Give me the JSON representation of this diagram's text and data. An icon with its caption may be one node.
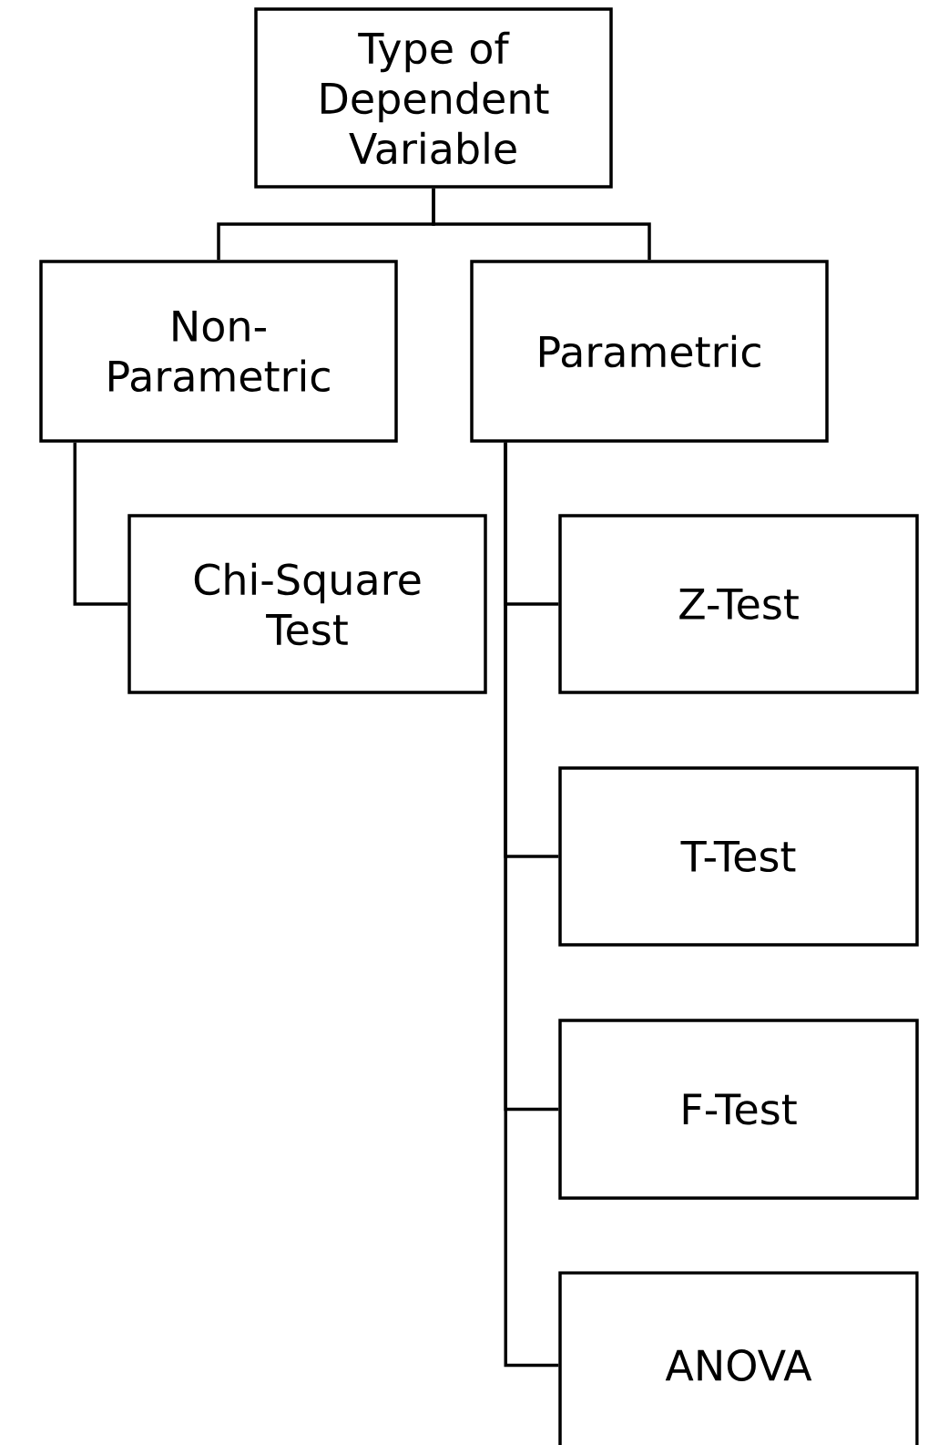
{
  "diagram": {
    "nodes": [
      {
        "text": [
          "Type of Dependent Variable"
        ]
      },
      {
        "text": [
          "Non-Parametric"
        ]
      },
      {
        "text": [
          "Parametric"
        ]
      },
      {
        "text": [
          "Chi-Square Test"
        ]
      },
      {
        "text": [
          "Z-Test"
        ]
      },
      {
        "text": [
          "T-Test"
        ]
      },
      {
        "text": [
          "F-Test"
        ]
      },
      {
        "text": [
          "ANOVA"
        ]
      }
    ],
    "edges": [
      {
        "from": 0,
        "to": 1,
        "arrow": "none"
      },
      {
        "from": 0,
        "to": 2,
        "arrow": "none"
      },
      {
        "from": 1,
        "to": 3,
        "arrow": "none"
      },
      {
        "from": 2,
        "to": 4,
        "arrow": "none"
      },
      {
        "from": 2,
        "to": 5,
        "arrow": "none"
      },
      {
        "from": 2,
        "to": 6,
        "arrow": "none"
      },
      {
        "from": 2,
        "to": 7,
        "arrow": "none"
      }
    ]
  }
}
